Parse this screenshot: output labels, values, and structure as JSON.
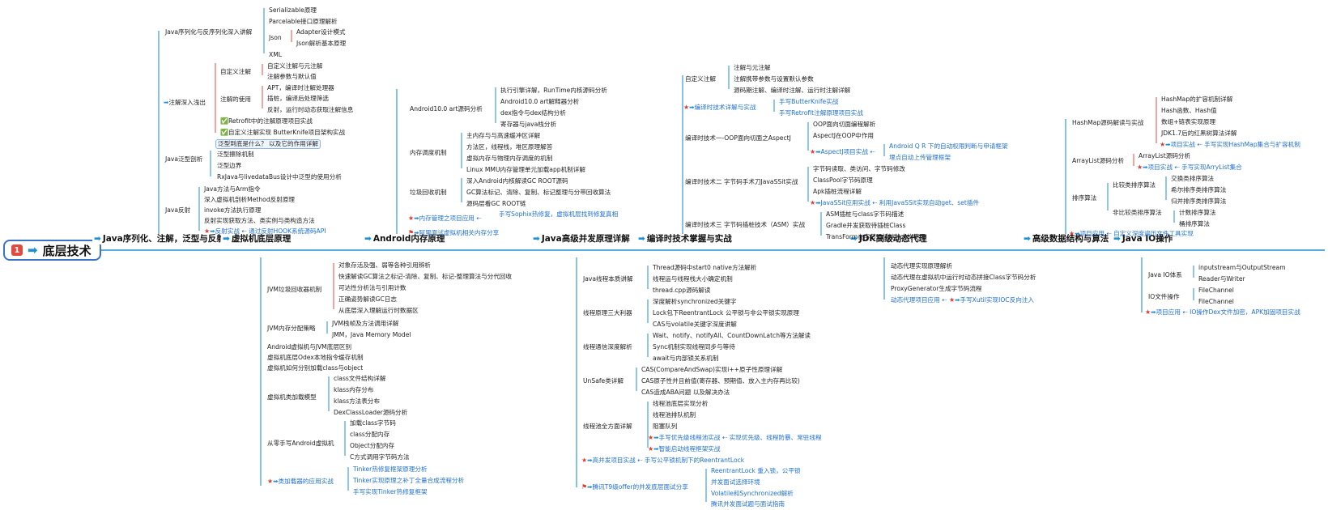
{
  "root": {
    "badge": "1",
    "label": "底层技术"
  },
  "l1": [
    {
      "label": "Java序列化、注解，泛型与反射"
    },
    {
      "label": "虚拟机底层原理"
    },
    {
      "label": "Android内存原理"
    },
    {
      "label": "Java高级并发原理详解"
    },
    {
      "label": "编译时技术掌握与实战"
    },
    {
      "label": "JDK高级动态代理"
    },
    {
      "label": "高级数据结构与算法"
    },
    {
      "label": "Java IO操作"
    }
  ],
  "java": {
    "serial": "Java序列化与反序列化深入讲解",
    "serial_items": [
      "Serializable原理",
      "Parcelable接口原理解析",
      "Json",
      "XML"
    ],
    "json_items": [
      "Adapter设计模式",
      "Json解析基本原理"
    ],
    "anno": "注解深入浅出",
    "anno_custom": "自定义注解",
    "anno_custom_items": [
      "自定义注解与元注解",
      "注解参数与默认值"
    ],
    "anno_use": "注解的使用",
    "anno_use_items": [
      "APT，编译时注解处理器",
      "插桩，编译后处理筛选",
      "反射，运行时动态获取注解信息"
    ],
    "anno_retrofit": "Retrofit中的注解原理项目实战",
    "anno_butter": "自定义注解实现 ButterKnife项目架构实战",
    "generic": "Java泛型剖析",
    "generic_items": [
      "泛型到底是什么？ 以及它的作用详解",
      "泛型擦除机制",
      "泛型边界",
      "RxJava与livedataBus设计中泛型的使用分析"
    ],
    "reflect": "Java反射",
    "reflect_items": [
      "Java方法与Arm指令",
      "深入虚拟机剖析Method反射原理",
      "invoke方法执行原理",
      "反射实现获取方法、类实例与类构造方法"
    ],
    "reflect_practice": "反射实战",
    "reflect_practice_note": "通过反射HOOK系统源码API"
  },
  "jvm": {
    "gc": "JVM垃圾回收器机制",
    "gc_items": [
      "对象存活及强、弱等各种引用辨析",
      "快速解读GC算法之标记-清除、复制、标记-整理算法与分代回收",
      "可达性分析法与引用计数",
      "正确姿势解读GC日志",
      "从底层深入理解运行时数据区"
    ],
    "mem": "JVM内存分配策略",
    "mem_items": [
      "JVM栈帧及方法调用详解",
      "JMM，Java Memory Model"
    ],
    "misc": [
      "Android虚拟机与JVM底层区别",
      "虚拟机底层Odex本地指令缓存机制",
      "虚拟机如何分别加载class与object"
    ],
    "load": "虚拟机类加载模型",
    "load_items": [
      "class文件结构详解",
      "klass内存分布",
      "klass方法表分布",
      "DexClassLoader源码分析"
    ],
    "android": "从零手写Android虚拟机",
    "android_items": [
      "加载class字节码",
      "class分配内存",
      "Object分配内存",
      "C方式调用字节码方法"
    ],
    "hot": "类加载器的应用实战",
    "hot_items": [
      "Tinker热修复框架原理分析",
      "Tinker实现原理之补丁全量合成流程分析",
      "手写实现Tinker热修复框架"
    ]
  },
  "mem": {
    "art": "Android10.0 art源码分析",
    "art_items": [
      "执行引擎详解，RunTime内核源码分析",
      "Android10.0 art解释器分析",
      "dex指令与dex结构分析",
      "寄存器与java栈分析"
    ],
    "model": "内存调度机制",
    "model_items": [
      "主内存与与高速缓冲区详解",
      "方法区，线程栈，堆区原理解答",
      "虚拟内存与物理内存调度的机制",
      "Linux  MMU内存管理单元加载app机制详解"
    ],
    "gc": "垃圾回收机制",
    "gc_items": [
      "深入Android内核解读GC ROOT源码",
      "GC算法标记、清除、复制、标记整理与分带回收算法",
      "源码层看GC ROOT链"
    ],
    "project": "内存管理之项目应用",
    "project_note": "手写Sophix热修复，虚拟机层找到修复真相",
    "ali": "阿里面试虚拟机相关内存分享"
  },
  "conc": {
    "thread": "Java线程本质讲解",
    "thread_items": [
      "Thread源码中start0  native方法解析",
      "线程运与线程栈大小确定机制",
      "thread.cpp源码解读"
    ],
    "tools": "线程原理三大利器",
    "tools_items": [
      "深度解析synchronized关键字",
      "Lock包下ReentrantLock 公平锁与非公平锁实现原理",
      "CAS与volatile关键字深度讲解"
    ],
    "comm": "线程通信深度解析",
    "comm_items": [
      "Wait、notify、notifyAll、CountDownLatch等方法解读",
      "Sync机制实现线程同步与等待",
      "await与内部锁关系机制"
    ],
    "unsafe": "UnSafe类详解",
    "unsafe_items": [
      "CAS(CompareAndSwap)实现i++原子性原理详解",
      "CAS原子性并且前值(寄存器、预期值、放入主内存再比较)",
      "CAS造成ABA问题  以及解决办法"
    ],
    "pool": "线程池全方面详解",
    "pool_items": [
      "线程池底层实现分析",
      "线程池排队机制",
      "阻塞队列"
    ],
    "pool_star1": "手写优先级线程池实战",
    "pool_star1_note": "实现优先级、线程防暴、常驻线程",
    "pool_star2": "智能启动线程框架实战",
    "hi": "高并发项目实战",
    "hi_note": "手写公平锁机制下的ReentrantLock",
    "t9": "腾讯T9级offer的并发底层面试分享",
    "t9_items": [
      "ReentrantLock 重入锁，公平锁",
      "并发面试选择环境",
      "Volatile和Synchronized解析",
      "腾讯并发面试题与面试指南"
    ]
  },
  "comp": {
    "custom": "自定义注解",
    "custom_items": [
      "注解与元注解",
      "注解携带参数与设置默认参数",
      "源码期注解、编译时注解、运行时注解详解"
    ],
    "tech": "编译时技术详解与实战",
    "tech_items": [
      "手写ButterKnife实战",
      "手写Retrofit注解原理项目实战"
    ],
    "aop1": "编译时技术一-OOP面向切面之AspectJ",
    "aop1_items": [
      "OOP面向切面编程解析",
      "AspectJ在OOP中作用"
    ],
    "aop1_star": "AspectJ项目实战",
    "aop1_star_items": [
      "Android Q R 下的自动权限判断与申请框架",
      "埋点自动上传管理框架"
    ],
    "aop2": "编译时技术二  字节码手术刀JavaSSit实战",
    "aop2_items": [
      "字节码读取、类访问、字节码修改",
      "ClassPool字节码原理",
      "Apk插桩流程详解"
    ],
    "aop2_star": "JavaSSit应用实战",
    "aop2_star_note": "利用JavaSSit实现自动get、set插件",
    "aop3": "编译时技术三  字节码插桩技术（ASM）实战",
    "aop3_items": [
      "ASM插桩与class字节码描述",
      "Gradle并发获取待插桩Class",
      "TransForm在字节码插桩技术的使用"
    ]
  },
  "jdk": {
    "items": [
      "动态代理实现原理解析",
      "动态代理在虚拟机中运行时动态拼接Class字节码分析",
      "ProxyGenerator生成字节码流程"
    ],
    "app": "动态代理项目应用",
    "app_note": "手写Xutil实现IOC反向注入"
  },
  "ds": {
    "hash": "HashMap源码解读与实战",
    "hash_items": [
      "HashMap的扩容机制详解",
      "Hash函数、Hash值",
      "数组+链表实现原理",
      "JDK1.7后的红黑树算法详解"
    ],
    "hash_star": "项目实战",
    "hash_star_note": "手写实现HashMap集合与扩容机制",
    "array": "ArrayList源码分析",
    "array_items": [
      "ArrayList源码分析"
    ],
    "array_star": "项目实战",
    "array_star_note": "手写实现ArryList集合",
    "sort": "排序算法",
    "cmp": "比较类排序算法",
    "cmp_items": [
      "交换类排序算法",
      "希尔排序类排序算法",
      "归并排序类排序算法"
    ],
    "noncmp": "非比较类排序算法",
    "noncmp_items": [
      "计数排序算法",
      "桶排序算法"
    ],
    "proj": "项目应用",
    "proj_note": "自定义深度遍历文件工具实现"
  },
  "io": {
    "sys": "Java IO体系",
    "sys_items": [
      "inputstream与OutputStream",
      "Reader与Writer"
    ],
    "ops": "IO文件操作",
    "ops_items": [
      "FileChannel",
      "FileChannel"
    ],
    "proj": "项目应用",
    "proj_note": "IO操作Dex文件加密，APK加固项目实战"
  },
  "colors": {
    "line_blue": "#1f8fd6",
    "line_red": "#e04b3f",
    "root_border": "#3b73c7",
    "note_blue": "#1f6fd1"
  }
}
